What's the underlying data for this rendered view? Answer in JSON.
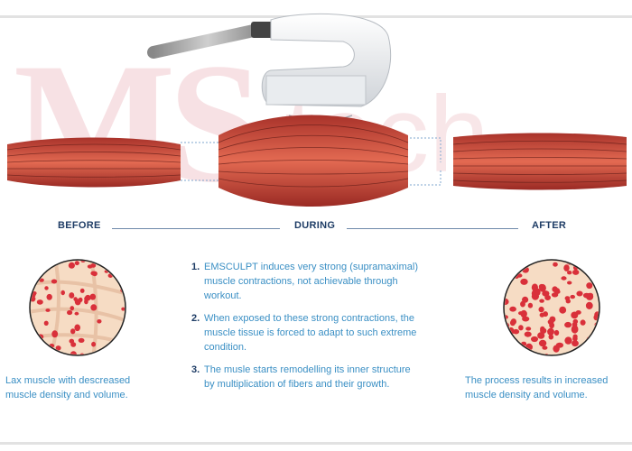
{
  "watermark": {
    "text": "MS tech"
  },
  "stages": {
    "before": "BEFORE",
    "during": "DURING",
    "after": "AFTER"
  },
  "captions": {
    "before": [
      "Lax muscle with descreased",
      "muscle density and volume."
    ],
    "after": [
      "The process results in increased",
      "muscle density and volume."
    ]
  },
  "steps": [
    {
      "num": "1.",
      "lines": [
        "EMSCULPT induces very strong (supramaximal)",
        "muscle contractions, not achievable through",
        "workout."
      ]
    },
    {
      "num": "2.",
      "lines": [
        "When exposed to these strong contractions, the",
        "muscle tissue is forced to adapt to such extreme",
        "condition."
      ]
    },
    {
      "num": "3.",
      "lines": [
        "The musle starts remodelling its inner structure",
        "by multiplication of fibers and their growth."
      ]
    }
  ],
  "colors": {
    "muscle_dark": "#b23a2e",
    "muscle_light": "#f2b39c",
    "label_navy": "#1f3d66",
    "text_blue": "#3a8fc4",
    "cell_red": "#d9303a",
    "tissue_bg": "#f6dcc4"
  },
  "icons": [
    "emsculpt-applicator-icon",
    "magnetic-wave-icon"
  ]
}
